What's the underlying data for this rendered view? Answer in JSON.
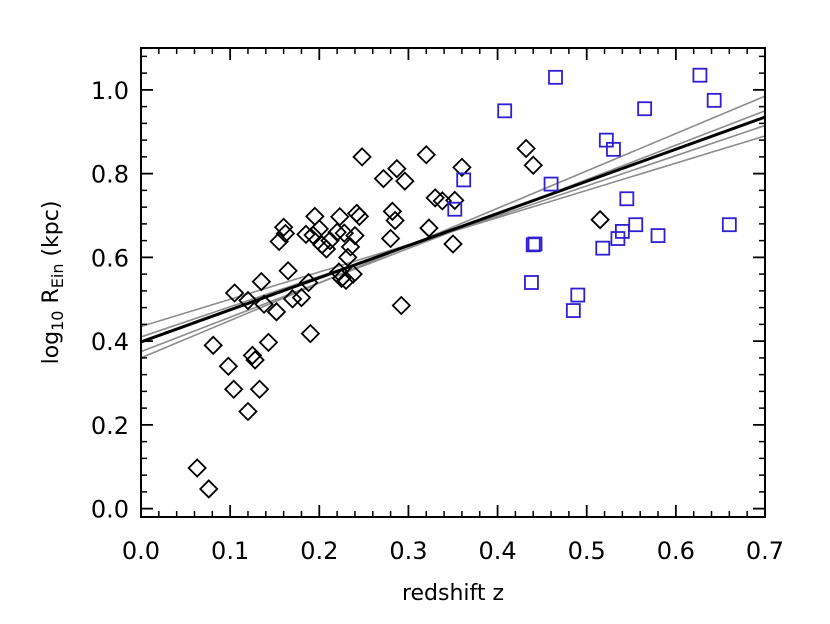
{
  "chart_data": {
    "type": "scatter",
    "xlabel": "redshift z",
    "ylabel_parts": {
      "pre": "log",
      "sub1": "10",
      "mid": " R",
      "sub2": "Ein",
      "post": " (kpc)"
    },
    "xlim": [
      0.0,
      0.7
    ],
    "ylim": [
      -0.02,
      1.1
    ],
    "x_ticks": [
      0.0,
      0.1,
      0.2,
      0.3,
      0.4,
      0.5,
      0.6,
      0.7
    ],
    "x_tick_labels": [
      "0.0",
      "0.1",
      "0.2",
      "0.3",
      "0.4",
      "0.5",
      "0.6",
      "0.7"
    ],
    "y_ticks": [
      0.0,
      0.2,
      0.4,
      0.6,
      0.8,
      1.0
    ],
    "y_tick_labels": [
      "0.0",
      "0.2",
      "0.4",
      "0.6",
      "0.8",
      "1.0"
    ],
    "grid": false,
    "colors": {
      "diamonds": "#000000",
      "squares": "#2e1fd0",
      "fit": "#000000",
      "fit_alt": "#8c8c8c"
    },
    "series": [
      {
        "marker": "diamond",
        "points": [
          [
            0.063,
            0.097
          ],
          [
            0.076,
            0.047
          ],
          [
            0.081,
            0.39
          ],
          [
            0.098,
            0.34
          ],
          [
            0.104,
            0.285
          ],
          [
            0.105,
            0.515
          ],
          [
            0.12,
            0.232
          ],
          [
            0.12,
            0.497
          ],
          [
            0.125,
            0.366
          ],
          [
            0.128,
            0.355
          ],
          [
            0.133,
            0.285
          ],
          [
            0.135,
            0.542
          ],
          [
            0.138,
            0.488
          ],
          [
            0.143,
            0.397
          ],
          [
            0.152,
            0.47
          ],
          [
            0.155,
            0.638
          ],
          [
            0.16,
            0.672
          ],
          [
            0.162,
            0.657
          ],
          [
            0.165,
            0.568
          ],
          [
            0.17,
            0.501
          ],
          [
            0.18,
            0.504
          ],
          [
            0.185,
            0.655
          ],
          [
            0.188,
            0.54
          ],
          [
            0.19,
            0.418
          ],
          [
            0.193,
            0.653
          ],
          [
            0.195,
            0.698
          ],
          [
            0.2,
            0.668
          ],
          [
            0.203,
            0.63
          ],
          [
            0.208,
            0.62
          ],
          [
            0.212,
            0.64
          ],
          [
            0.22,
            0.66
          ],
          [
            0.222,
            0.565
          ],
          [
            0.223,
            0.697
          ],
          [
            0.225,
            0.55
          ],
          [
            0.228,
            0.658
          ],
          [
            0.23,
            0.545
          ],
          [
            0.232,
            0.6
          ],
          [
            0.235,
            0.625
          ],
          [
            0.238,
            0.56
          ],
          [
            0.24,
            0.652
          ],
          [
            0.242,
            0.705
          ],
          [
            0.245,
            0.698
          ],
          [
            0.248,
            0.84
          ],
          [
            0.272,
            0.788
          ],
          [
            0.28,
            0.645
          ],
          [
            0.282,
            0.71
          ],
          [
            0.285,
            0.688
          ],
          [
            0.287,
            0.812
          ],
          [
            0.292,
            0.485
          ],
          [
            0.296,
            0.782
          ],
          [
            0.32,
            0.845
          ],
          [
            0.323,
            0.67
          ],
          [
            0.33,
            0.742
          ],
          [
            0.338,
            0.735
          ],
          [
            0.35,
            0.632
          ],
          [
            0.352,
            0.736
          ],
          [
            0.36,
            0.815
          ],
          [
            0.432,
            0.86
          ],
          [
            0.44,
            0.82
          ],
          [
            0.515,
            0.69
          ]
        ]
      },
      {
        "marker": "square",
        "points": [
          [
            0.352,
            0.715
          ],
          [
            0.362,
            0.785
          ],
          [
            0.408,
            0.95
          ],
          [
            0.438,
            0.54
          ],
          [
            0.44,
            0.63
          ],
          [
            0.442,
            0.632
          ],
          [
            0.46,
            0.775
          ],
          [
            0.465,
            1.03
          ],
          [
            0.485,
            0.473
          ],
          [
            0.49,
            0.51
          ],
          [
            0.518,
            0.622
          ],
          [
            0.522,
            0.88
          ],
          [
            0.53,
            0.858
          ],
          [
            0.535,
            0.645
          ],
          [
            0.54,
            0.662
          ],
          [
            0.545,
            0.74
          ],
          [
            0.555,
            0.678
          ],
          [
            0.565,
            0.955
          ],
          [
            0.58,
            0.652
          ],
          [
            0.627,
            1.035
          ],
          [
            0.643,
            0.975
          ],
          [
            0.66,
            0.678
          ]
        ]
      }
    ],
    "fit_lines": [
      {
        "style": "main",
        "x": [
          0.0,
          0.7
        ],
        "y": [
          0.398,
          0.935
        ]
      },
      {
        "style": "alt",
        "x": [
          0.0,
          0.7
        ],
        "y": [
          0.36,
          0.985
        ]
      },
      {
        "style": "alt",
        "x": [
          0.0,
          0.7
        ],
        "y": [
          0.375,
          0.95
        ]
      },
      {
        "style": "alt",
        "x": [
          0.0,
          0.7
        ],
        "y": [
          0.41,
          0.915
        ]
      },
      {
        "style": "alt",
        "x": [
          0.0,
          0.7
        ],
        "y": [
          0.435,
          0.89
        ]
      }
    ]
  }
}
